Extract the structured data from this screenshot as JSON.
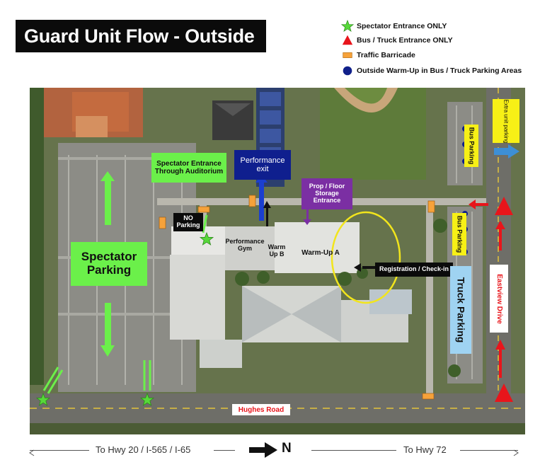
{
  "title": "Guard Unit Flow - Outside",
  "legend": [
    {
      "label": "Spectator Entrance ONLY",
      "icon": "green-star-icon",
      "color": "#57d83a"
    },
    {
      "label": "Bus / Truck Entrance ONLY",
      "icon": "red-triangle-icon",
      "color": "#e8151b"
    },
    {
      "label": "Traffic Barricade",
      "icon": "orange-barricade-icon",
      "color": "#f6a23a"
    },
    {
      "label": "Outside Warm-Up in Bus / Truck Parking Areas",
      "icon": "blue-dot-icon",
      "color": "#10208a"
    }
  ],
  "map": {
    "spectator_entrance": "Spectator Entrance Through Auditorium",
    "performance_exit": "Performance exit",
    "prop_storage": "Prop / Floor Storage Entrance",
    "no_parking": "NO Parking",
    "performance_gym": "Performance Gym",
    "warm_up_b": "Warm Up B",
    "warm_up_a": "Warm-Up A",
    "registration": "Registration / Check-in",
    "spectator_parking": "Spectator Parking",
    "bus_parking_top": "Bus Parking",
    "bus_parking_mid": "Bus Parking",
    "truck_parking": "Truck Parking",
    "extra_unit_parking": "Extra unit parking",
    "eastview_drive": "Eastview Drive",
    "hughes_road": "Hughes Road"
  },
  "colors": {
    "green_callout": "#6bf04a",
    "navy_callout": "#0f1f8e",
    "purple_callout": "#7b2fa3",
    "yellow_label": "#f7f016",
    "light_blue_label": "#9fd3f2",
    "road_label": "#e8151b",
    "yellow_circle": "#f2e51c"
  },
  "footer": {
    "left": "To Hwy 20 / I-565 / I-65",
    "north": "N",
    "right": "To Hwy 72"
  }
}
